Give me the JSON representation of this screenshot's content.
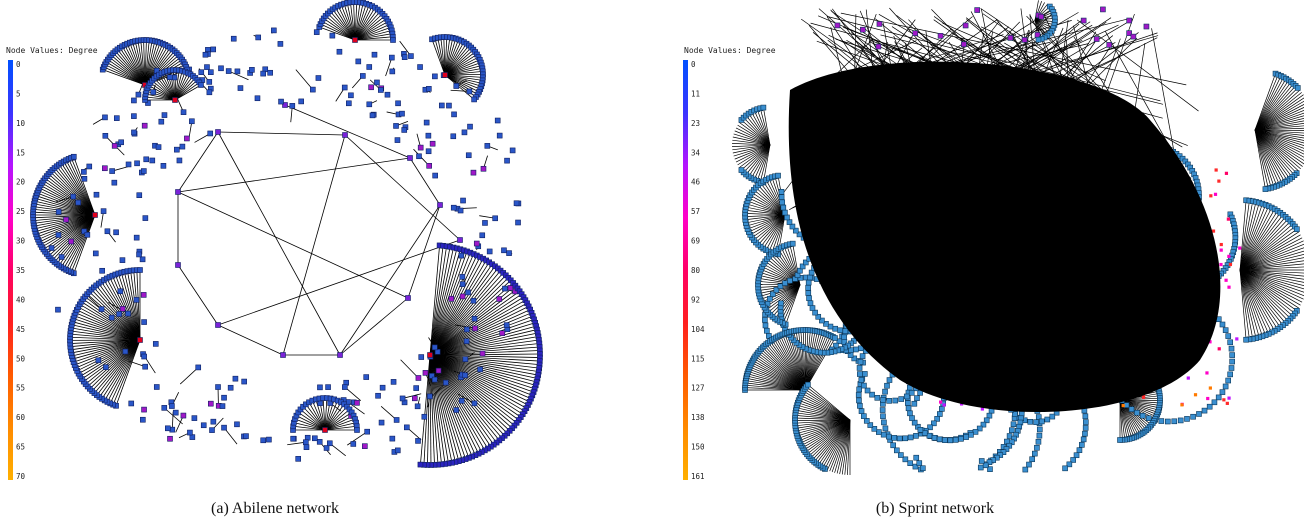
{
  "panels": [
    {
      "legend_title": "Node Values: Degree",
      "ticks": [
        "0",
        "5",
        "10",
        "15",
        "20",
        "25",
        "30",
        "35",
        "40",
        "45",
        "50",
        "55",
        "60",
        "65",
        "70"
      ],
      "caption": "(a) Abilene network"
    },
    {
      "legend_title": "Node Values: Degree",
      "ticks": [
        "0",
        "11",
        "23",
        "34",
        "46",
        "57",
        "69",
        "80",
        "92",
        "104",
        "115",
        "127",
        "138",
        "150",
        "161"
      ],
      "caption": "(b) Sprint network"
    }
  ],
  "colors": {
    "scale": [
      "#0050ff",
      "#3a34ff",
      "#b414ff",
      "#ff00c8",
      "#ff0066",
      "#ff1f1f",
      "#ff5a00",
      "#ff8a00",
      "#ffb000"
    ],
    "node_a": "#2a56c8",
    "node_b": "#3a8fd0",
    "edge": "#000000"
  }
}
